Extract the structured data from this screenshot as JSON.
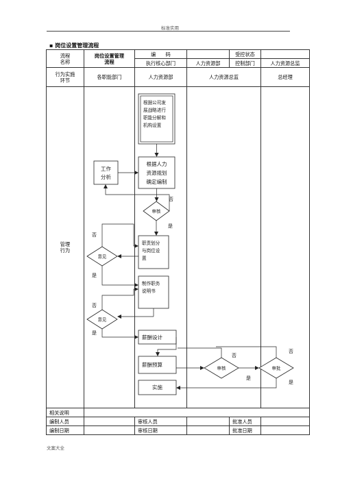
{
  "page": {
    "header": "标准实用",
    "title": "岗位设置管理流程",
    "footer": "文案大全"
  },
  "table": {
    "flow_name_label1": "流程",
    "flow_name_label2": "名称",
    "flow_name_value1": "岗位设置管理",
    "flow_name_value2": "流程",
    "code_label": "编　　码",
    "code_value": "",
    "control_status_label": "受控状态",
    "control_status_value": "",
    "exec_dept_label": "执行核心部门",
    "exec_dept_value": "人力资源部",
    "control_dept_label": "控制部门",
    "control_dept_value": "人力资源总监",
    "row_label1": "行为实施",
    "row_label2": "环节",
    "lanes": [
      "各职能部门",
      "人力资源部",
      "人力资源总监",
      "总经理"
    ],
    "section_label1": "管理",
    "section_label2": "行为",
    "related_label": "相关说明",
    "preparer_label": "编制人员",
    "reviewer_label": "审核人员",
    "approver_label": "批准人员",
    "prep_date_label": "编制日期",
    "review_date_label": "审核日期",
    "approve_date_label": "批准日期"
  },
  "flow": {
    "box1": [
      "根据公司发",
      "展战略进行",
      "职能分解和",
      "机构设置"
    ],
    "box_analysis": [
      "工作",
      "分析"
    ],
    "box2": [
      "根据人力",
      "资源规划",
      "确定编制"
    ],
    "diamond_audit1": "审核",
    "no1": "否",
    "yes1": "是",
    "box3": [
      "职责划分",
      "与岗位设",
      "置"
    ],
    "diamond_opinion1": "意见",
    "no2": "否",
    "yes2": "是",
    "box4": [
      "制作职务",
      "说明书"
    ],
    "diamond_opinion2": "意见",
    "no3": "否",
    "yes3": "是",
    "box_salary_design": "薪酬设计",
    "box_salary_budget": "薪酬预算",
    "diamond_audit2": "审核",
    "no4": "否",
    "yes4": "是",
    "diamond_approve": "审批",
    "no5": "否",
    "yes5": "是",
    "box_implement": "实施"
  }
}
